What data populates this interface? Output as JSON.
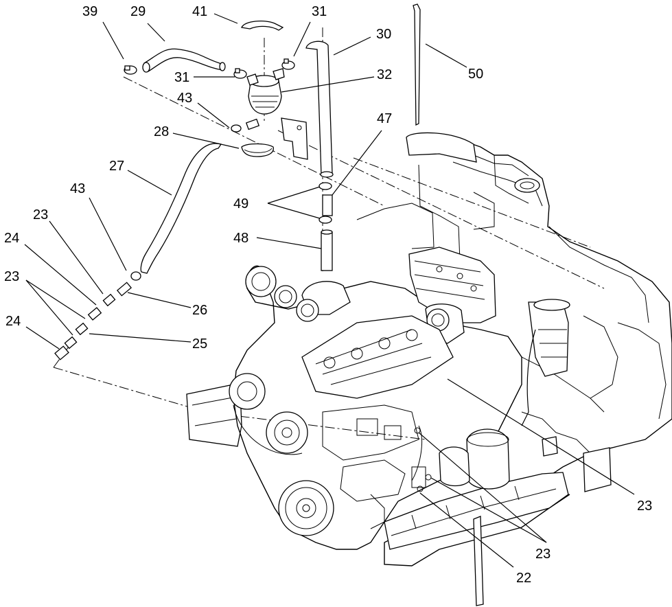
{
  "callouts": [
    {
      "id": "c39a",
      "label": "39"
    },
    {
      "id": "c29",
      "label": "29"
    },
    {
      "id": "c41",
      "label": "41"
    },
    {
      "id": "c31a",
      "label": "31"
    },
    {
      "id": "c30",
      "label": "30"
    },
    {
      "id": "c50",
      "label": "50"
    },
    {
      "id": "c31b",
      "label": "31"
    },
    {
      "id": "c32",
      "label": "32"
    },
    {
      "id": "c43a",
      "label": "43"
    },
    {
      "id": "c28",
      "label": "28"
    },
    {
      "id": "c47",
      "label": "47"
    },
    {
      "id": "c27",
      "label": "27"
    },
    {
      "id": "c49",
      "label": "49"
    },
    {
      "id": "c43b",
      "label": "43"
    },
    {
      "id": "c48",
      "label": "48"
    },
    {
      "id": "c23a",
      "label": "23"
    },
    {
      "id": "c24a",
      "label": "24"
    },
    {
      "id": "c26",
      "label": "26"
    },
    {
      "id": "c23b",
      "label": "23"
    },
    {
      "id": "c25",
      "label": "25"
    },
    {
      "id": "c24b",
      "label": "24"
    },
    {
      "id": "c23c",
      "label": "23"
    },
    {
      "id": "c23d",
      "label": "23"
    },
    {
      "id": "c22",
      "label": "22"
    }
  ]
}
